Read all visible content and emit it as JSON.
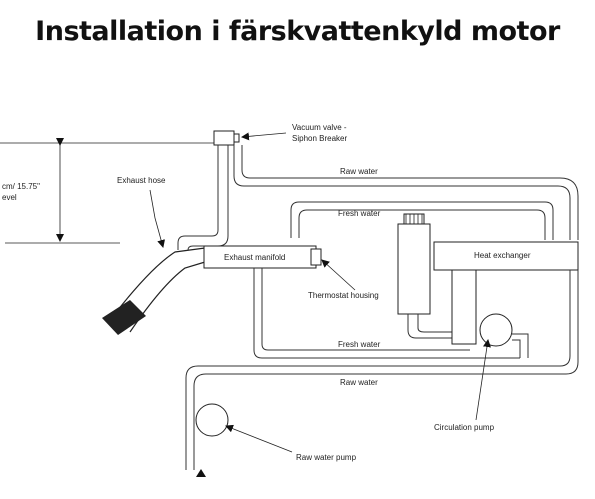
{
  "title": "Installation i färskvattenkyld motor",
  "labels": {
    "vacuum_valve_line1": "Vacuum valve -",
    "vacuum_valve_line2": "Siphon Breaker",
    "raw_water_top": "Raw water",
    "fresh_water_top": "Fresh water",
    "exhaust_hose": "Exhaust hose",
    "height_line1": "cm/ 15.75\"",
    "height_line2": "evel",
    "exhaust_manifold": "Exhaust manifold",
    "heat_exchanger": "Heat exchanger",
    "thermostat_housing": "Thermostat housing",
    "fresh_water_bottom": "Fresh water",
    "raw_water_bottom": "Raw water",
    "circulation_pump": "Circulation pump",
    "raw_water_pump": "Raw water pump"
  }
}
